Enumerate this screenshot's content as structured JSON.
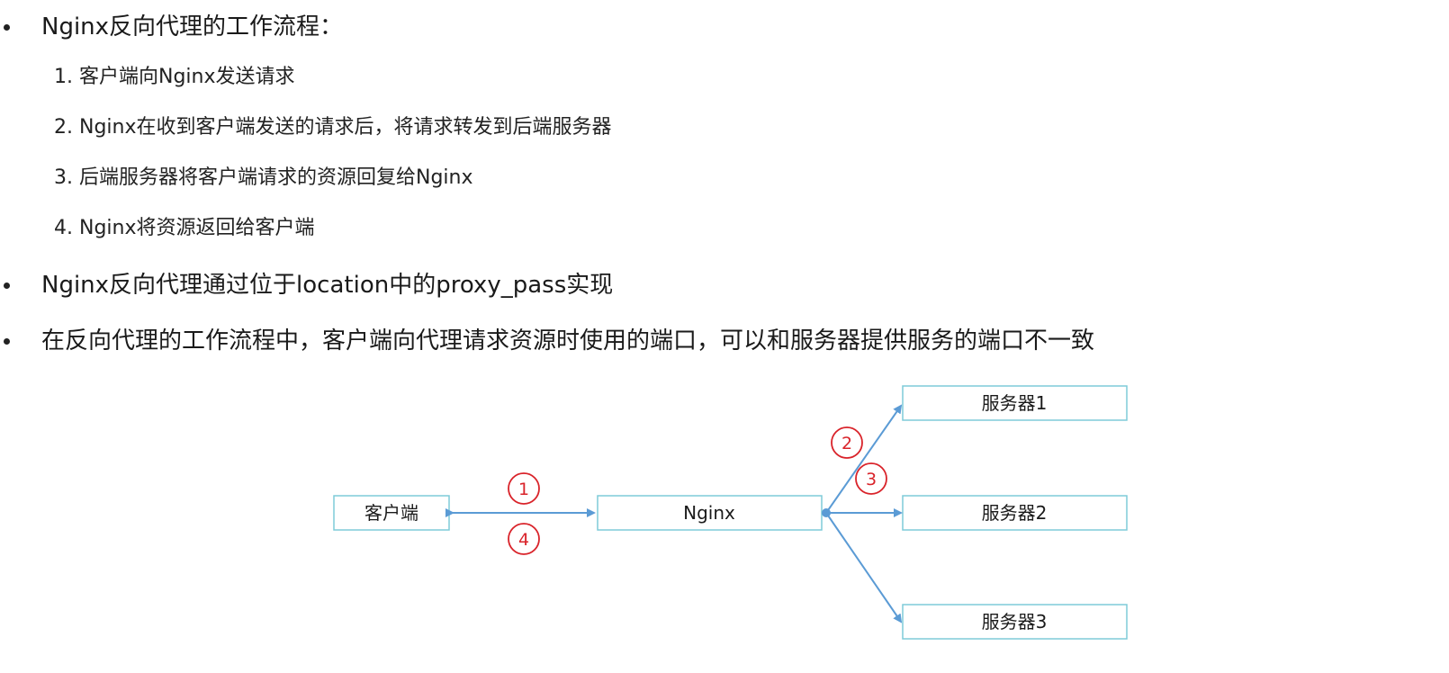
{
  "bullets": {
    "b1": "Nginx反向代理的工作流程：",
    "b2": "Nginx反向代理通过位于location中的proxy_pass实现",
    "b3": "在反向代理的工作流程中，客户端向代理请求资源时使用的端口，可以和服务器提供服务的端口不一致"
  },
  "steps": [
    "1. 客户端向Nginx发送请求",
    "2. Nginx在收到客户端发送的请求后，将请求转发到后端服务器",
    "3. 后端服务器将客户端请求的资源回复给Nginx",
    "4. Nginx将资源返回给客户端"
  ],
  "diagram": {
    "nodes": {
      "client": "客户端",
      "nginx": "Nginx",
      "server1": "服务器1",
      "server2": "服务器2",
      "server3": "服务器3"
    },
    "markers": {
      "m1": "1",
      "m2": "2",
      "m3": "3",
      "m4": "4"
    },
    "colors": {
      "box_border": "#7fcbd8",
      "arrow": "#5b9bd5",
      "marker": "#d9232a"
    }
  }
}
